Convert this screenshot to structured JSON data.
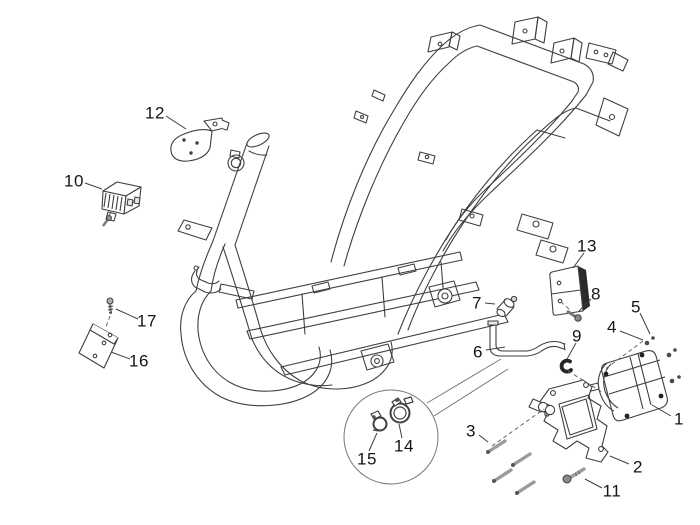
{
  "colors": {
    "background": "#ffffff",
    "line": "#3f3f3f",
    "label": "#141414"
  },
  "callouts": {
    "c1": "1",
    "c2": "2",
    "c3": "3",
    "c4": "4",
    "c5": "5",
    "c6": "6",
    "c7": "7",
    "c8": "8",
    "c9": "9",
    "c10": "10",
    "c11": "11",
    "c12": "12",
    "c13": "13",
    "c14": "14",
    "c15": "15",
    "c16": "16",
    "c17": "17"
  }
}
